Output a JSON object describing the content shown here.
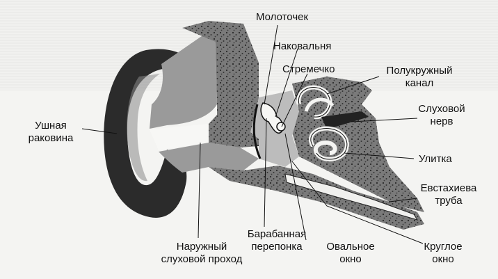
{
  "labels": {
    "hammer": "Молоточек",
    "anvil": "Наковальня",
    "stirrup": "Стремечко",
    "semicircular": "Полукружный\nканал",
    "auditory_nerve": "Слуховой\nнерв",
    "pinna": "Ушная\nраковина",
    "cochlea": "Улитка",
    "eustachian": "Евстахиева\nтруба",
    "eardrum": "Барабанная\nперепонка",
    "ear_canal": "Наружный\nслуховой проход",
    "oval_window": "Овальное\nокно",
    "round_window": "Круглое\nокно"
  }
}
